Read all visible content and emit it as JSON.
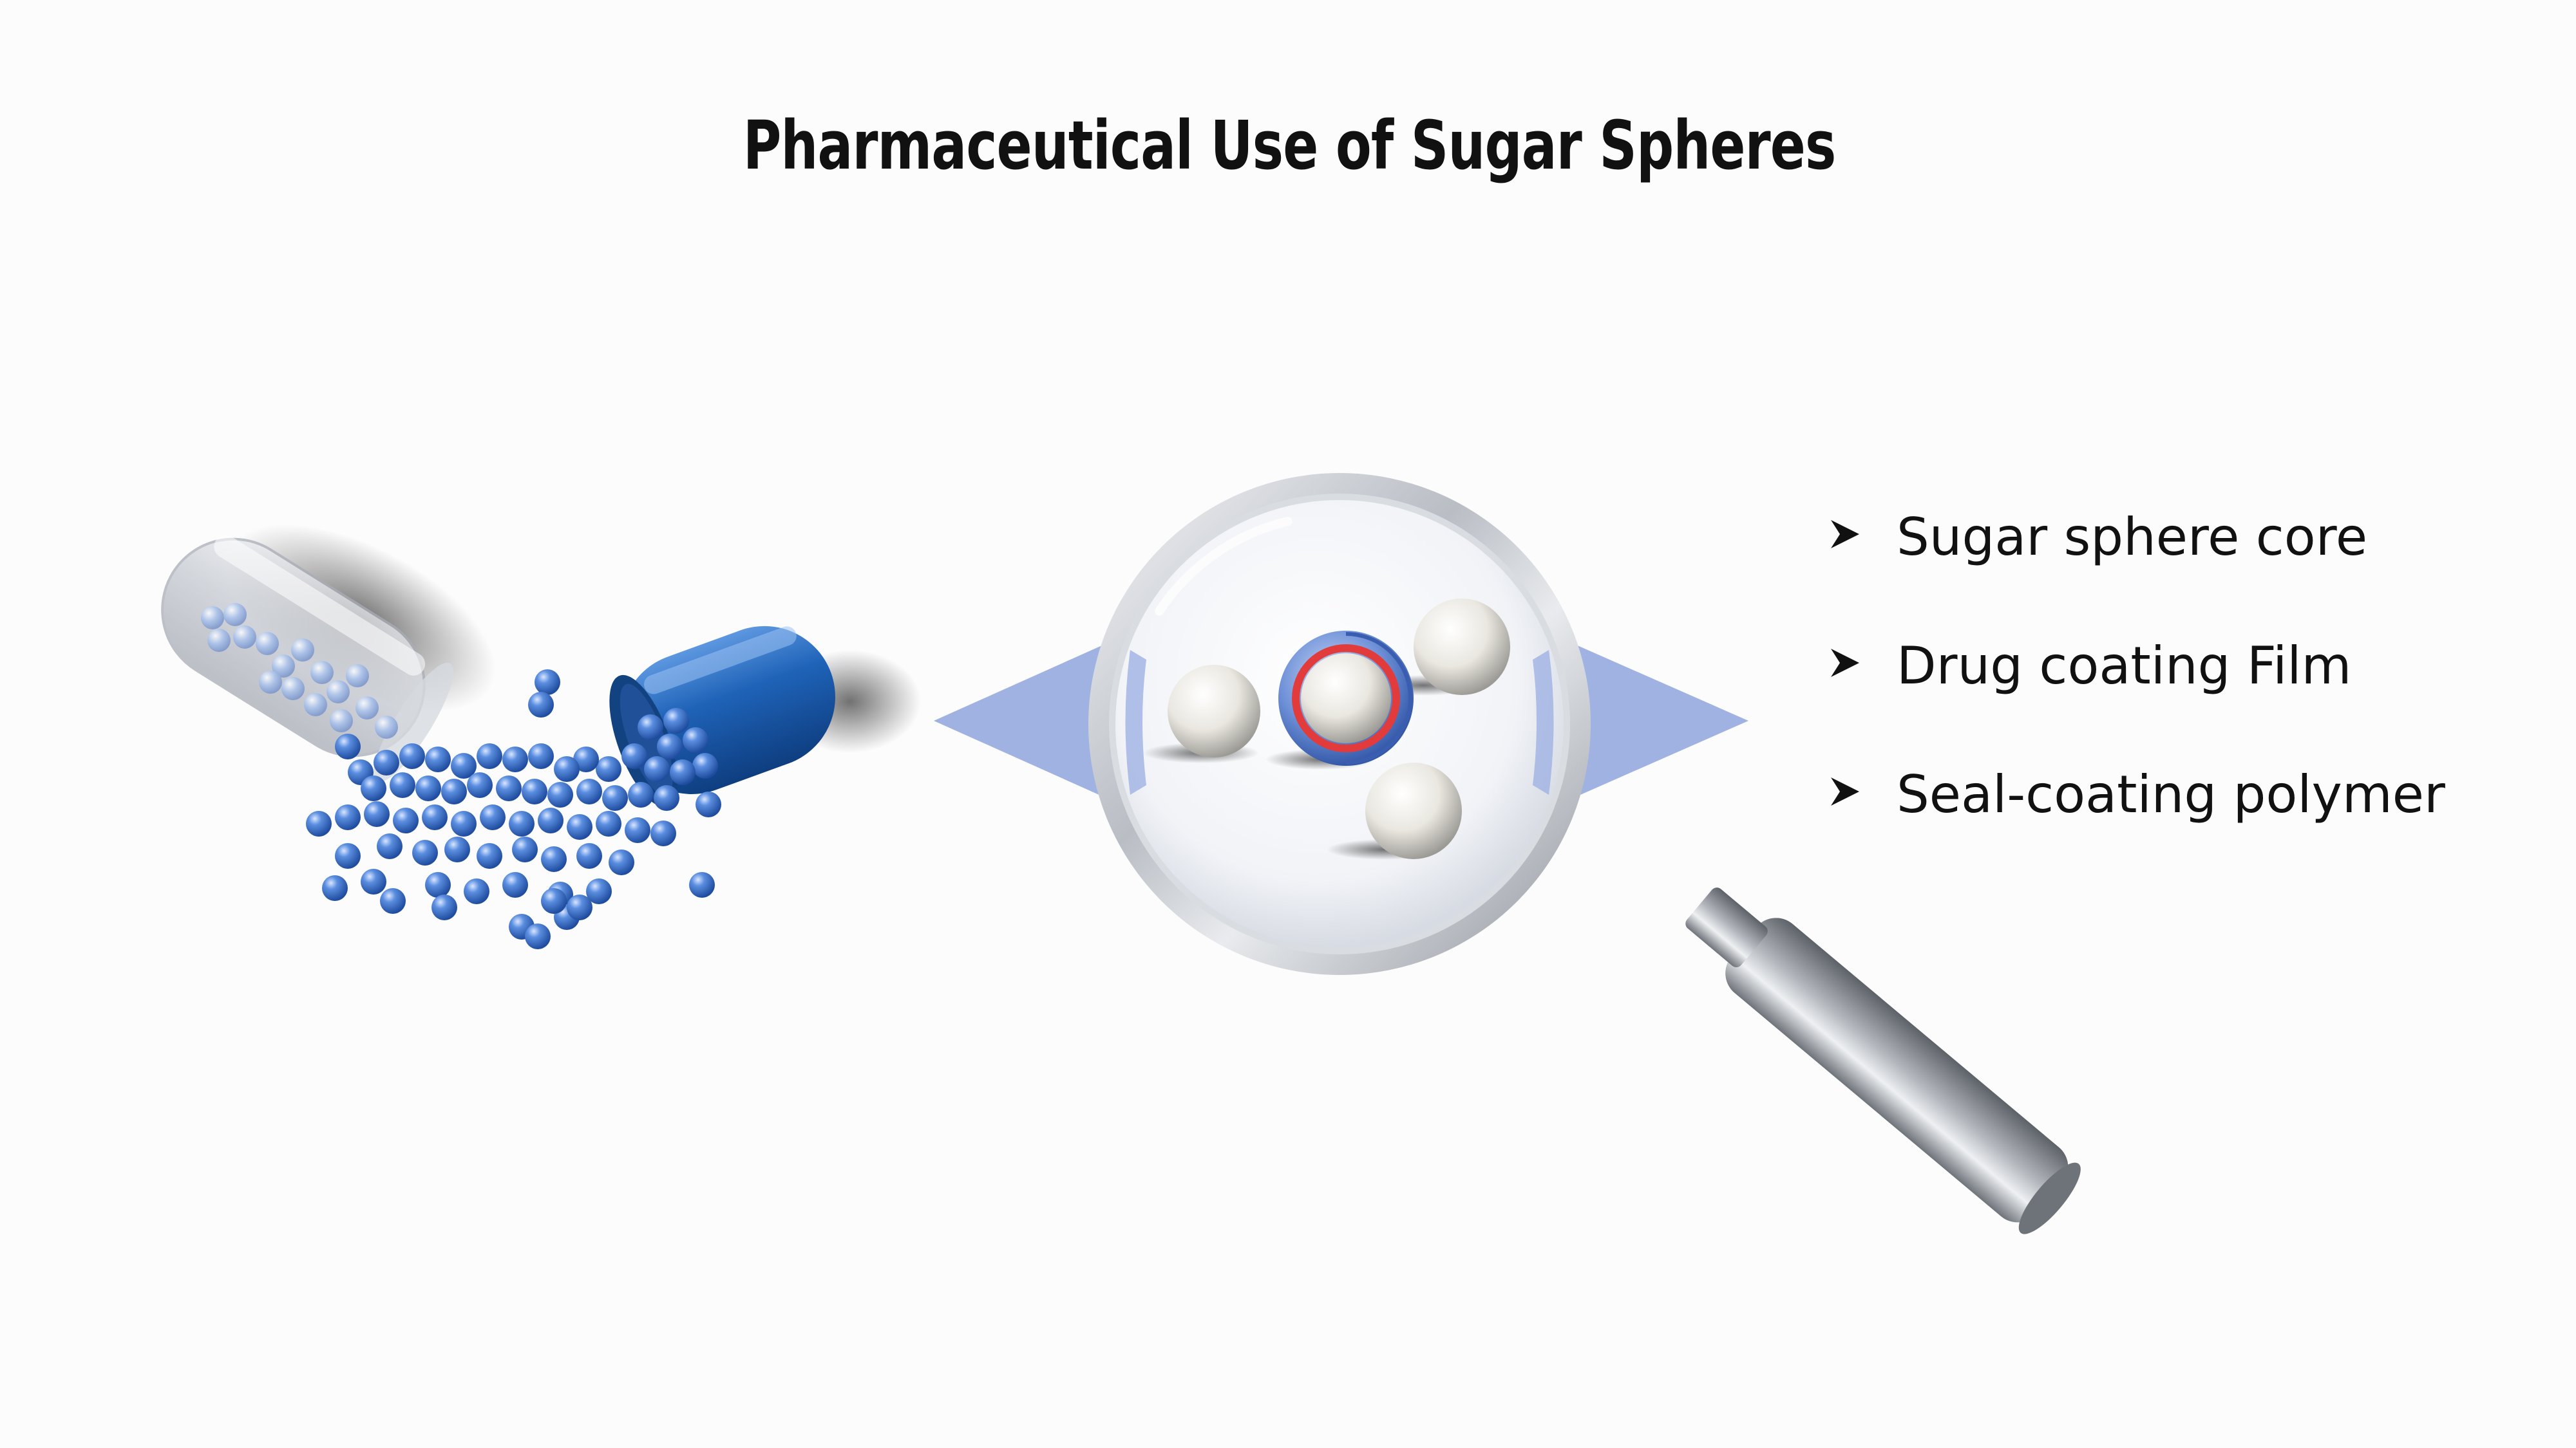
{
  "slide": {
    "title": "Pharmaceutical Use of Sugar Spheres"
  },
  "illustration": {
    "left_icon": "open-capsule-with-blue-pellets",
    "center_icon": "magnifying-glass-with-coated-sugar-spheres",
    "colors": {
      "pellet_blue": "#3a6fc4",
      "capsule_cap_blue": "#1e5fae",
      "capsule_body_gray": "#c9cdd3",
      "beam_blue": "#8ea4dc",
      "drug_film_red": "#e23b3b",
      "seal_coat_blue": "#5b7fd0",
      "sphere_white": "#f2f1ec",
      "handle_silver": "#9ea2a8"
    }
  },
  "bullets": {
    "marker_icon": "arrowhead-bullet-icon",
    "items": [
      {
        "label": "Sugar sphere core"
      },
      {
        "label": "Drug coating Film"
      },
      {
        "label": "Seal-coating polymer"
      }
    ]
  }
}
